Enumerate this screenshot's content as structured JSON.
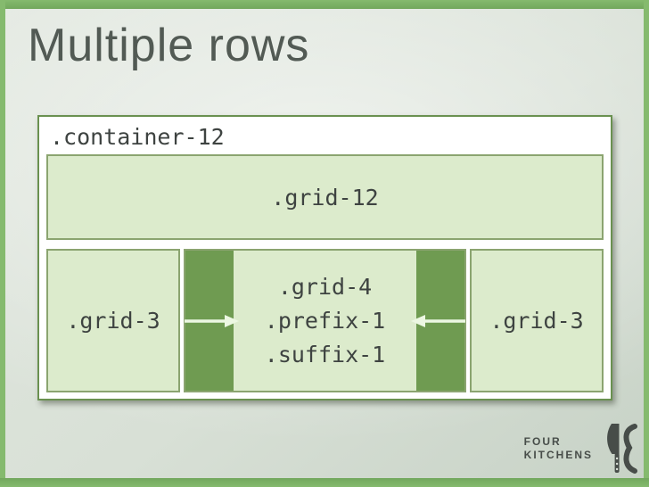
{
  "title": "Multiple rows",
  "diagram": {
    "container_label": ".container-12",
    "grid12_label": ".grid-12",
    "row2": {
      "left_label": ".grid-3",
      "middle_labels": [
        ".grid-4",
        ".prefix-1",
        ".suffix-1"
      ],
      "right_label": ".grid-3"
    }
  },
  "logo": {
    "line1": "FOUR",
    "line2": "KITCHENS"
  },
  "colors": {
    "frame_green": "#85ba6e",
    "frame_green_dark": "#72a75d",
    "box_fill": "#dcebcc",
    "box_border": "#8ba470",
    "container_border": "#6a9150",
    "band_green": "#6f9b51",
    "arrow_color": "#ecf7e2",
    "text_dark": "#3e4341",
    "title_color": "#525a54",
    "logo_color": "#474d49"
  }
}
